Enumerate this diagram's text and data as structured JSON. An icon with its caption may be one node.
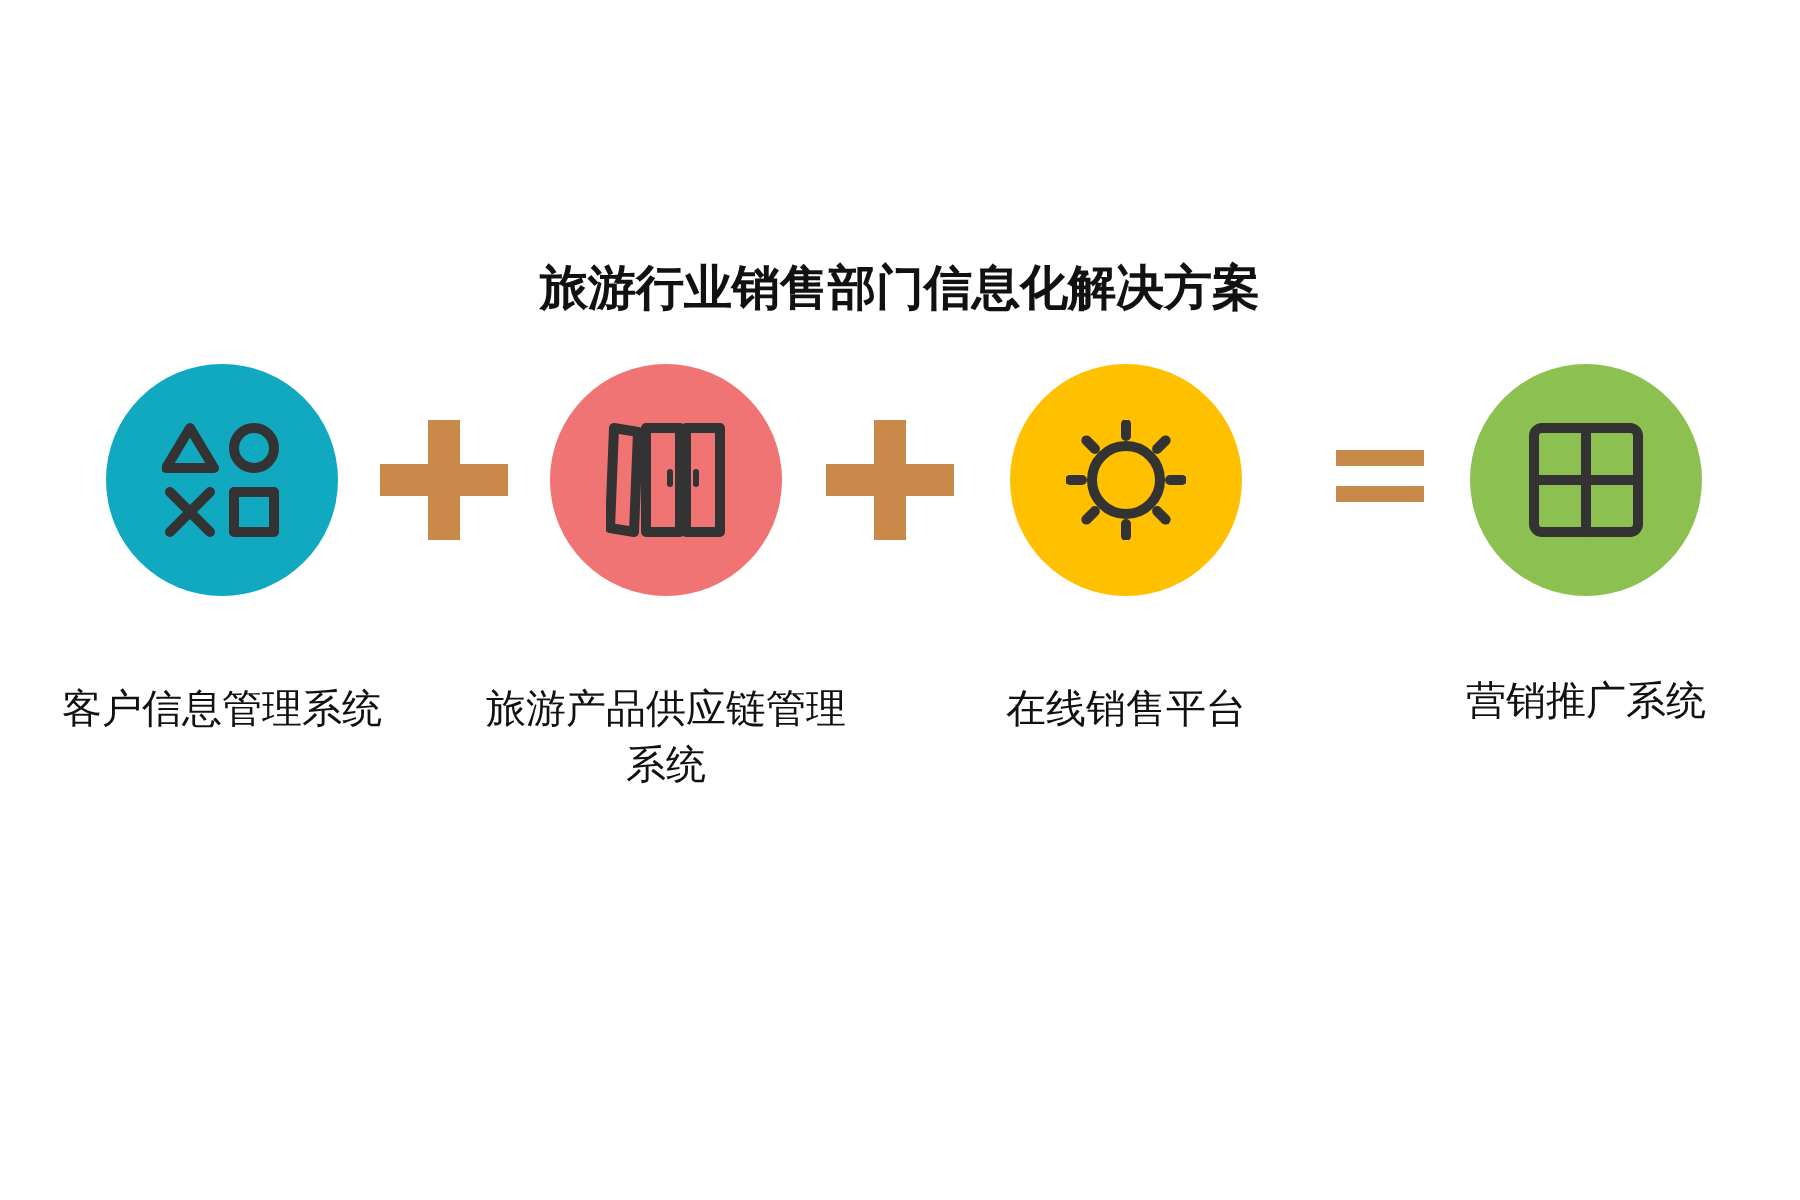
{
  "diagram": {
    "title": "旅游行业销售部门信息化解决方案",
    "nodes": [
      {
        "text": [
          "客户信息管理系统"
        ]
      },
      {
        "text": [
          "旅游产品供应链管理系统"
        ]
      },
      {
        "text": [
          "在线销售平台"
        ]
      },
      {
        "text": [
          "营销推广系统"
        ]
      }
    ]
  }
}
